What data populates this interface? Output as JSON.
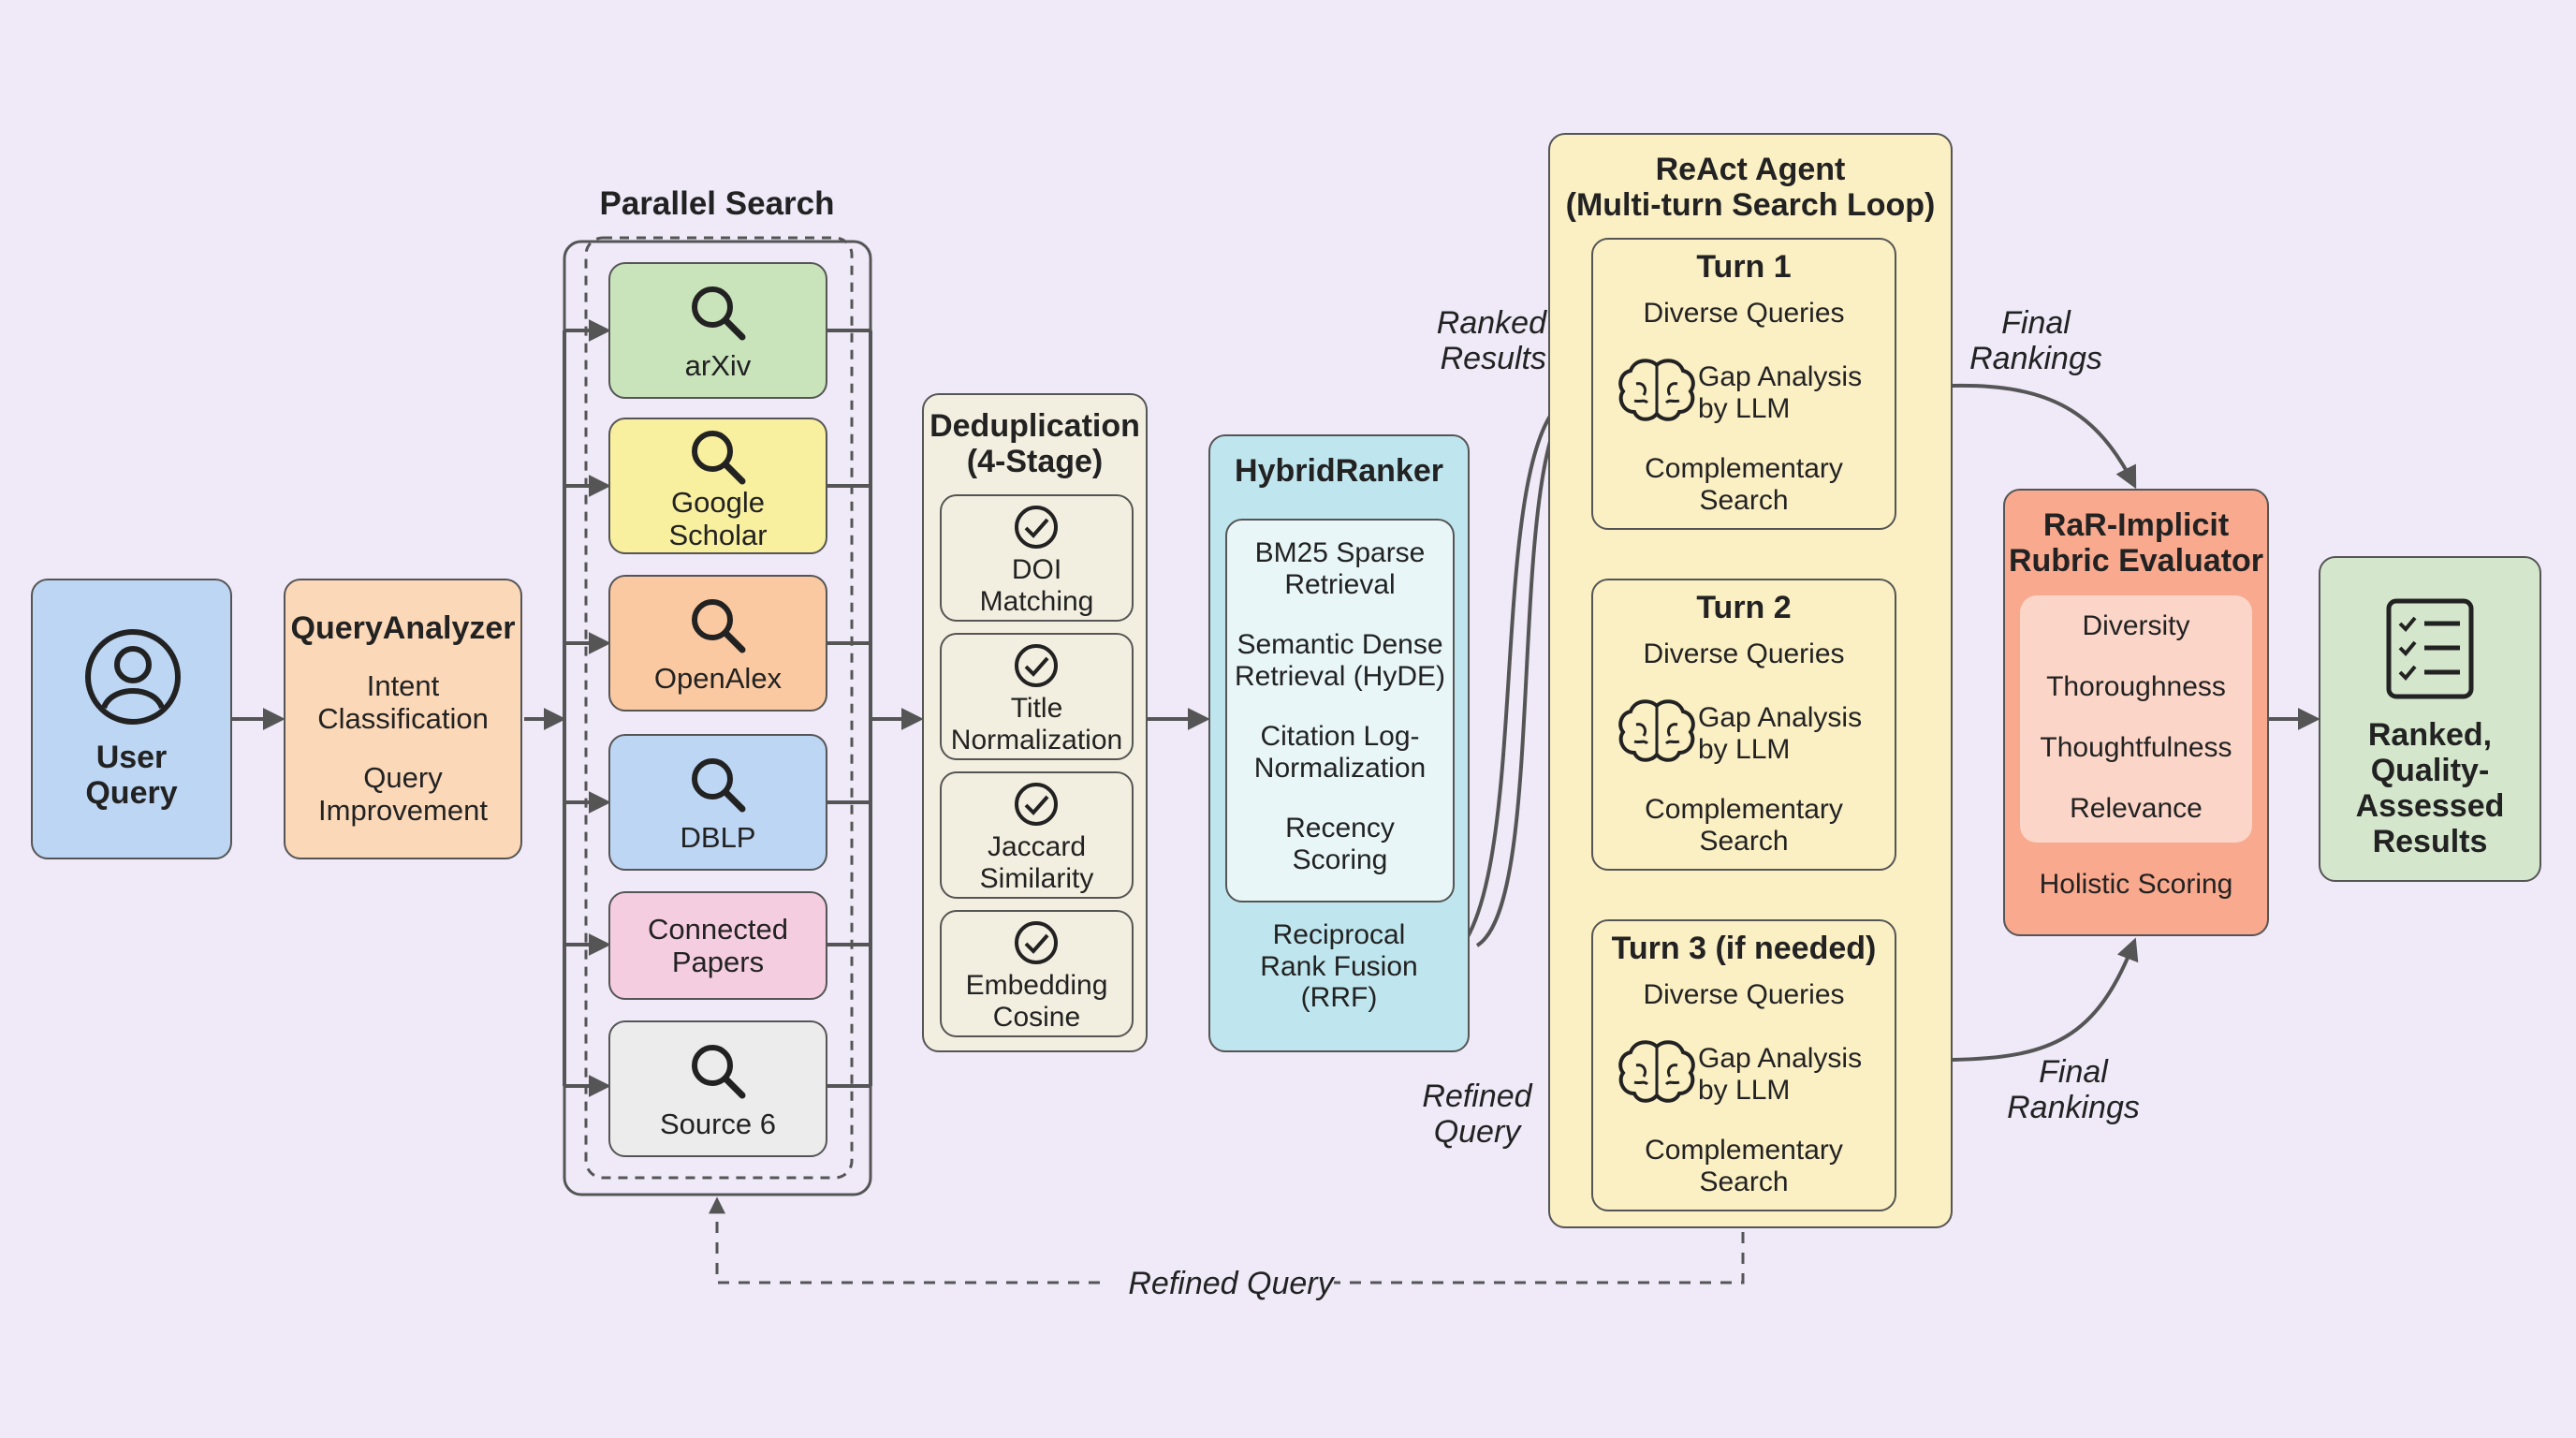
{
  "input": {
    "label": "User\nQuery",
    "icon": "user-icon"
  },
  "query_analyzer": {
    "title": "QueryAnalyzer",
    "item1": "Intent\nClassification",
    "item2": "Query\nImprovement"
  },
  "parallel_search": {
    "title": "Parallel Search",
    "sources": [
      {
        "label": "arXiv",
        "icon": "search-icon",
        "color": "#c9e3bb"
      },
      {
        "label": "Google\nScholar",
        "icon": "search-icon",
        "color": "#f8ef9f"
      },
      {
        "label": "OpenAlex",
        "icon": "search-icon",
        "color": "#fbc9a1"
      },
      {
        "label": "DBLP",
        "icon": "search-icon",
        "color": "#bcd6f3"
      },
      {
        "label": "Connected\nPapers",
        "icon": "",
        "color": "#f5cde0"
      },
      {
        "label": "Source 6",
        "icon": "search-icon",
        "color": "#ececec"
      }
    ]
  },
  "deduplication": {
    "title": "Deduplication\n(4-Stage)",
    "stages": [
      "DOI\nMatching",
      "Title\nNormalization",
      "Jaccard\nSimilarity",
      "Embedding\nCosine"
    ],
    "icon": "check-circle-icon"
  },
  "hybrid_ranker": {
    "title": "HybridRanker",
    "items": [
      "BM25 Sparse\nRetrieval",
      "Semantic Dense\nRetrieval (HyDE)",
      "Citation Log-\nNormalization",
      "Recency\nScoring"
    ],
    "fusion": "Reciprocal\nRank Fusion\n(RRF)"
  },
  "react_agent": {
    "title": "ReAct Agent\n(Multi-turn Search Loop)",
    "turns": [
      {
        "title": "Turn 1",
        "queries": "Diverse Queries",
        "gap": "Gap Analysis\nby LLM",
        "search": "Complementary\nSearch"
      },
      {
        "title": "Turn 2",
        "queries": "Diverse Queries",
        "gap": "Gap Analysis\nby LLM",
        "search": "Complementary\nSearch"
      },
      {
        "title": "Turn 3 (if needed)",
        "queries": "Diverse Queries",
        "gap": "Gap Analysis\nby LLM",
        "search": "Complementary\nSearch"
      }
    ],
    "icon": "brain-icon"
  },
  "evaluator": {
    "title": "RaR-Implicit\nRubric Evaluator",
    "criteria": [
      "Diversity",
      "Thoroughness",
      "Thoughtfulness",
      "Relevance"
    ],
    "footer": "Holistic Scoring"
  },
  "output": {
    "label": "Ranked,\nQuality-\nAssessed\nResults",
    "icon": "checklist-icon"
  },
  "edge_labels": {
    "ranked_results": "Ranked\nResults",
    "refined_query_side": "Refined\nQuery",
    "final_rankings_top": "Final\nRankings",
    "final_rankings_bottom": "Final\nRankings",
    "refined_query_bottom": "Refined Query"
  },
  "colors": {
    "user_query": "#bcd6f3",
    "query_analyzer": "#fbd8b8",
    "dedup": "#f3efe0",
    "hybrid_ranker": "#bfe6ee",
    "react_agent": "#fbefc4",
    "evaluator": "#f8a98e",
    "output": "#d4e7cc"
  }
}
